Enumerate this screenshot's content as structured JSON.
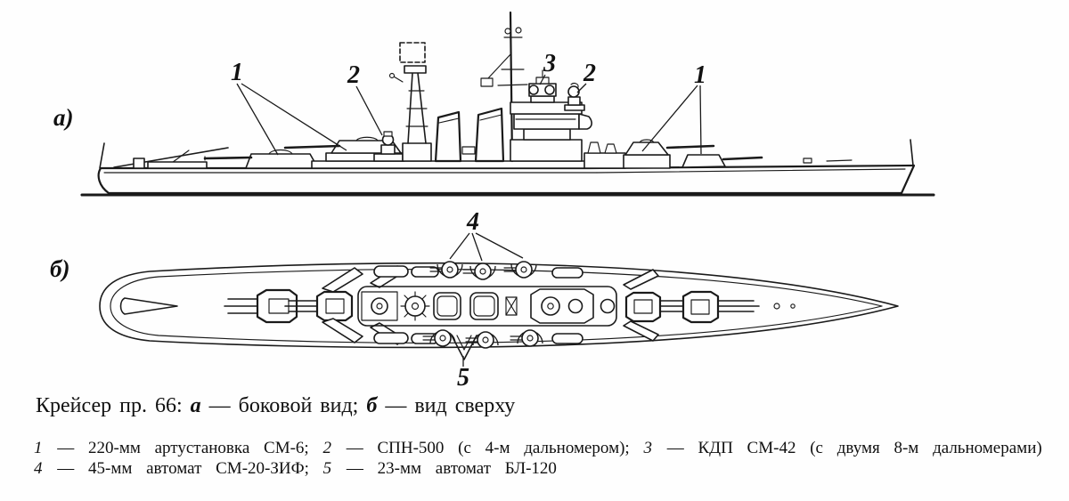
{
  "figure": {
    "view_side_label": "а)",
    "view_top_label": "б)",
    "callouts": {
      "side_1_aft": "1",
      "side_2_aft": "2",
      "side_3": "3",
      "side_2_fwd": "2",
      "side_1_fwd": "1",
      "top_4": "4",
      "top_5": "5"
    }
  },
  "caption": {
    "title": "Крейсер пр. 66:",
    "a_key": "а",
    "a_desc": " — боковой вид; ",
    "b_key": "б",
    "b_desc": " — вид сверху"
  },
  "legend": {
    "line1": [
      {
        "num": "1",
        "text": " — 220-мм артустановка СМ-6; "
      },
      {
        "num": "2",
        "text": " — СПН-500 (с 4-м дальномером); "
      },
      {
        "num": "3",
        "text": " — КДП СМ-42 (с двумя 8-м дальномерами)"
      }
    ],
    "line2": [
      {
        "num": "4",
        "text": " — 45-мм автомат СМ-20-ЗИФ; "
      },
      {
        "num": "5",
        "text": " — 23-мм автомат БЛ-120"
      }
    ]
  },
  "colors": {
    "ink": "#1a1a1a",
    "paper": "#fefefe"
  }
}
